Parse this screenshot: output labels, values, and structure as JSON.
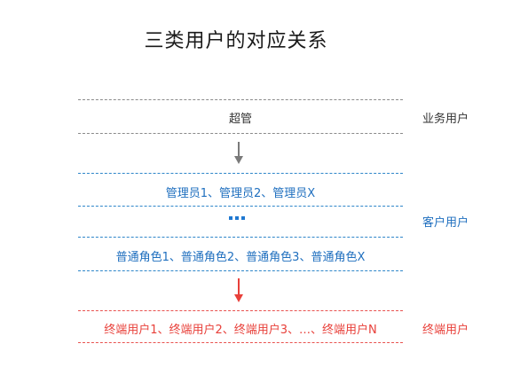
{
  "title": "三类用户的对应关系",
  "tiers": {
    "business": {
      "center_text": "超管",
      "side_label": "业务用户"
    },
    "customer": {
      "admins_text": "管理员1、管理员2、管理员X",
      "roles_text": "普通角色1、普通角色2、普通角色3、普通角色X",
      "side_label": "客户用户"
    },
    "end": {
      "center_text": "终端用户1、终端用户2、终端用户3、…、终端用户N",
      "side_label": "终端用户"
    }
  },
  "colors": {
    "business": "#8a8a8a",
    "customer": "#2e86c9",
    "end": "#e8524f"
  },
  "icons": [
    "down-arrow-icon",
    "ellipsis-icon",
    "down-arrow-icon"
  ]
}
